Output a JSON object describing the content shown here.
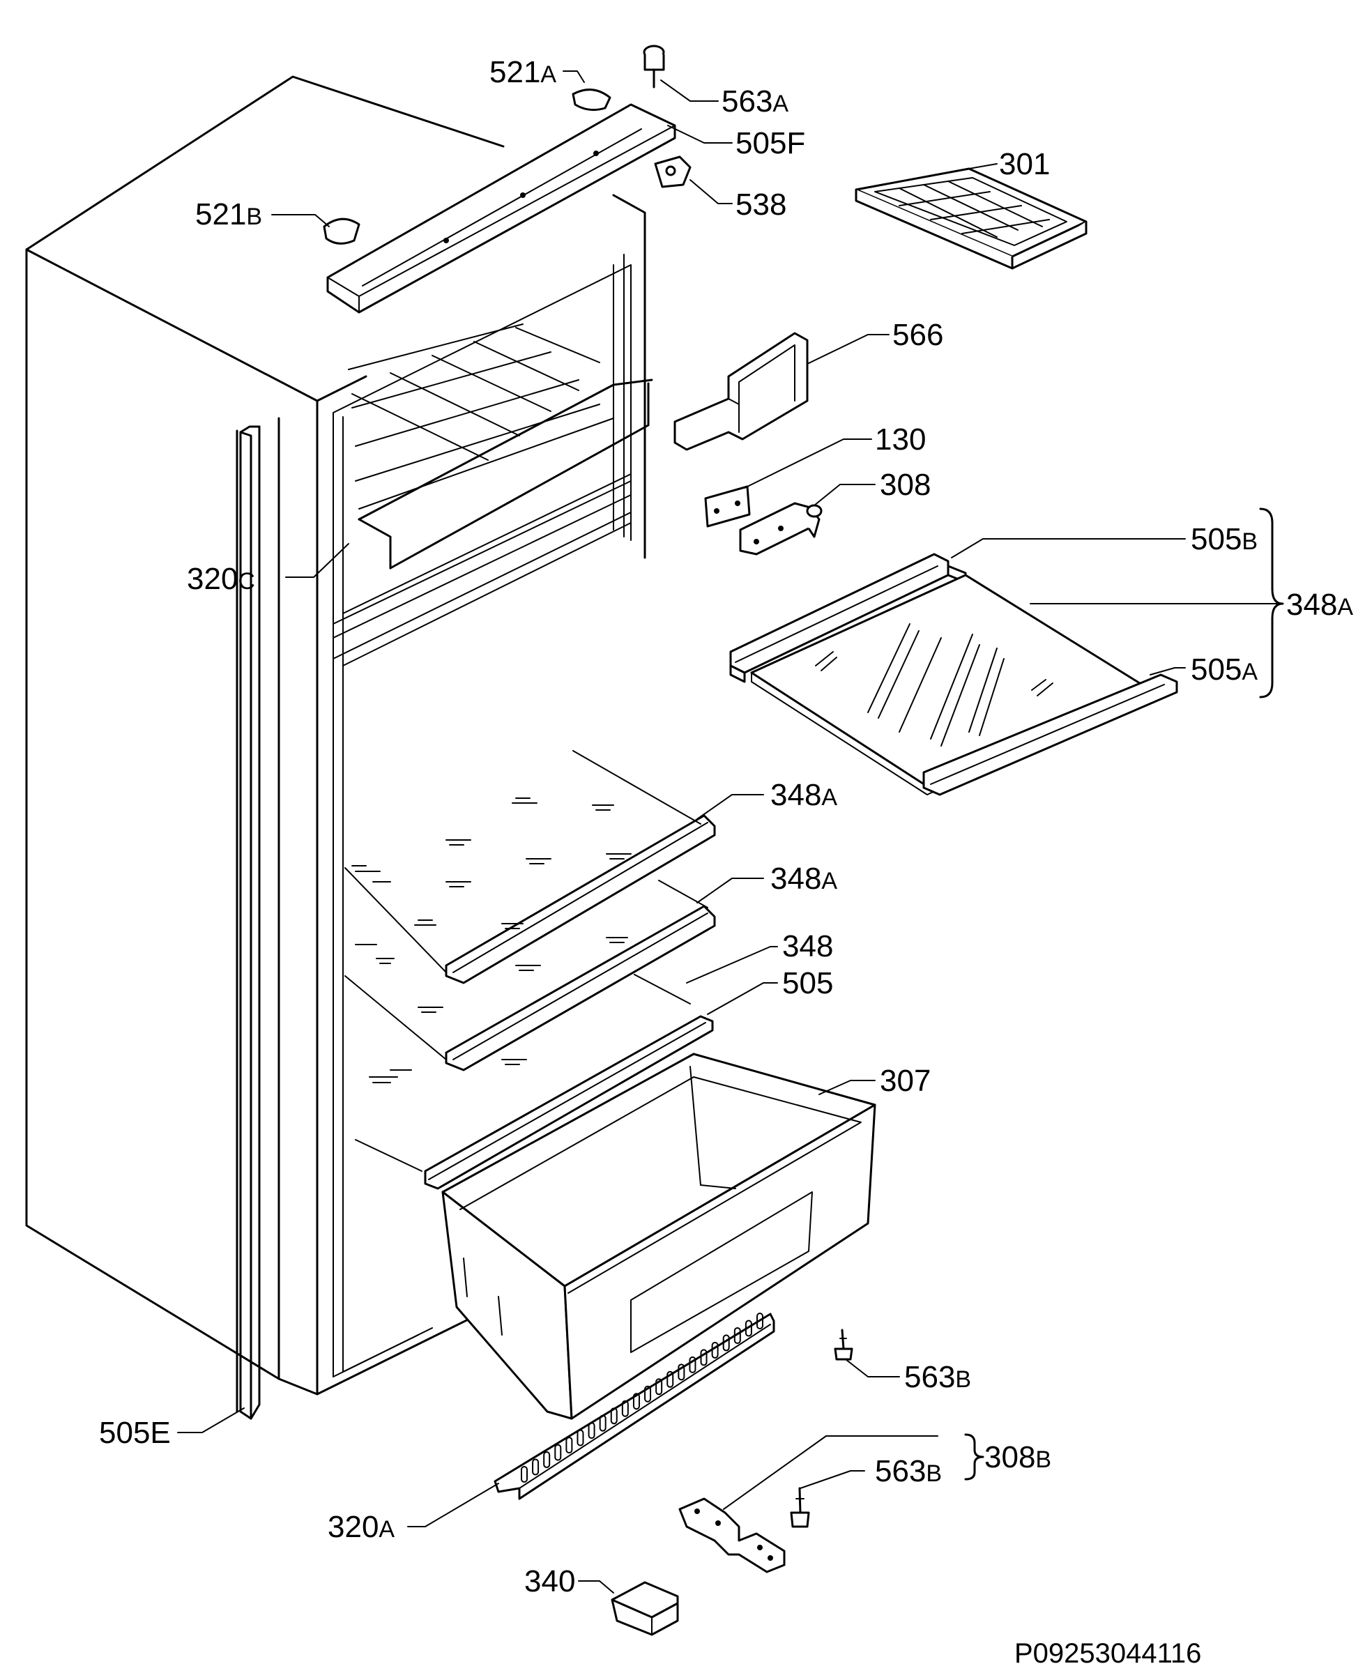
{
  "labels": {
    "l521A": {
      "num": "521",
      "suf": "A"
    },
    "l563A": {
      "num": "563",
      "suf": "A"
    },
    "l505F": {
      "num": "505F",
      "suf": ""
    },
    "l301": {
      "num": "301",
      "suf": ""
    },
    "l521B": {
      "num": "521",
      "suf": "B"
    },
    "l538": {
      "num": "538",
      "suf": ""
    },
    "l566": {
      "num": "566",
      "suf": ""
    },
    "l130": {
      "num": "130",
      "suf": ""
    },
    "l308": {
      "num": "308",
      "suf": ""
    },
    "l505B": {
      "num": "505",
      "suf": "B"
    },
    "l348A_group": {
      "num": "348",
      "suf": "A"
    },
    "l505A": {
      "num": "505",
      "suf": "A"
    },
    "l320C": {
      "num": "320",
      "suf": "C"
    },
    "l348A_1": {
      "num": "348",
      "suf": "A"
    },
    "l348A_2": {
      "num": "348",
      "suf": "A"
    },
    "l348": {
      "num": "348",
      "suf": ""
    },
    "l505": {
      "num": "505",
      "suf": ""
    },
    "l307": {
      "num": "307",
      "suf": ""
    },
    "l563B_1": {
      "num": "563",
      "suf": "B"
    },
    "l308B": {
      "num": "308",
      "suf": "B"
    },
    "l563B_2": {
      "num": "563",
      "suf": "B"
    },
    "l505E": {
      "num": "505E",
      "suf": ""
    },
    "l320A": {
      "num": "320",
      "suf": "A"
    },
    "l340": {
      "num": "340",
      "suf": ""
    }
  },
  "drawing_code": "P09253044116"
}
